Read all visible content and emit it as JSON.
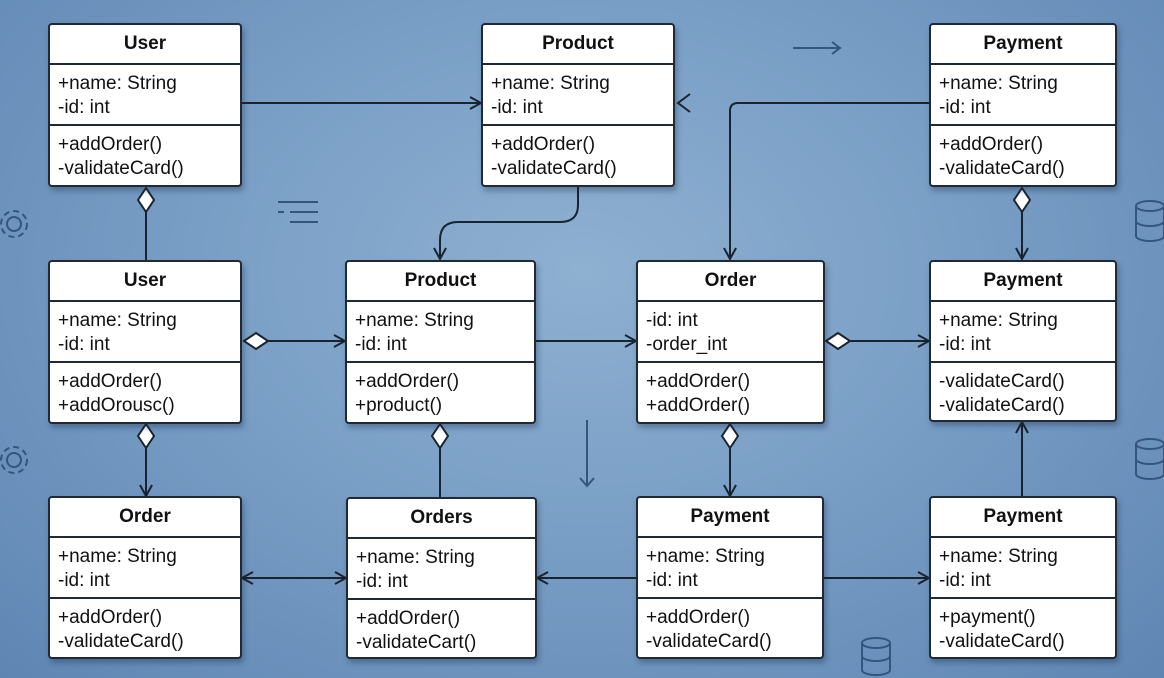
{
  "classes": [
    {
      "name": "User",
      "attributes": [
        "+name: String",
        "-id: int"
      ],
      "methods": [
        "+addOrder()",
        "-validateCard()"
      ]
    },
    {
      "name": "Product",
      "attributes": [
        "+name: String",
        "-id: int"
      ],
      "methods": [
        "+addOrder()",
        "-validateCard()"
      ]
    },
    {
      "name": "Payment",
      "attributes": [
        "+name: String",
        "-id: int"
      ],
      "methods": [
        "+addOrder()",
        "-validateCard()"
      ]
    },
    {
      "name": "User",
      "attributes": [
        "+name: String",
        "-id: int"
      ],
      "methods": [
        "+addOrder()",
        "+addOrousc()"
      ]
    },
    {
      "name": "Product",
      "attributes": [
        "+name: String",
        "-id: int"
      ],
      "methods": [
        "+addOrder()",
        "+product()"
      ]
    },
    {
      "name": "Order",
      "attributes": [
        "-id: int",
        "-order_int"
      ],
      "methods": [
        "+addOrder()",
        "+addOrder()"
      ]
    },
    {
      "name": "Payment",
      "attributes": [
        "+name: String",
        "-id: int"
      ],
      "methods": [
        "-validateCard()",
        "-validateCard()"
      ]
    },
    {
      "name": "Order",
      "attributes": [
        "+name: String",
        "-id: int"
      ],
      "methods": [
        "+addOrder()",
        "-validateCard()"
      ]
    },
    {
      "name": "Orders",
      "attributes": [
        "+name: String",
        "-id: int"
      ],
      "methods": [
        "+addOrder()",
        "-validateCart()"
      ]
    },
    {
      "name": "Payment",
      "attributes": [
        "+name: String",
        "-id: int"
      ],
      "methods": [
        "+addOrder()",
        "-validateCard()"
      ]
    },
    {
      "name": "Payment",
      "attributes": [
        "+name: String",
        "-id: int"
      ],
      "methods": [
        "+payment()",
        "-validateCard()"
      ]
    }
  ],
  "decorative_icons": [
    "gear-icon",
    "gear-icon",
    "list-icon",
    "arrow-right-icon",
    "arrow-down-icon",
    "database-icon",
    "database-icon",
    "database-icon"
  ],
  "colors": {
    "background": "#7a9fc6",
    "box_border": "#1f2a36",
    "line": "#1a2430"
  }
}
